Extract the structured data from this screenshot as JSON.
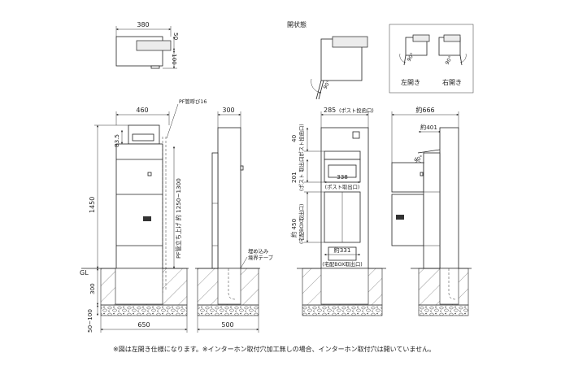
{
  "top_plan": {
    "width": "380",
    "h1": "50",
    "h2": "100"
  },
  "open_state": {
    "title": "開状態",
    "angle": "90°"
  },
  "hinge_box": {
    "left_label": "左開き",
    "right_label": "右開き",
    "angle_left": "90°",
    "angle_right": "90°"
  },
  "front_view": {
    "width_top": "460",
    "pf_label": "PF管呼び16",
    "height_total": "1450",
    "dim_83": "83.5",
    "pf_rise": "PF管立ち上げ 約 1250~1300",
    "base_width": "650",
    "gl": "GL",
    "depth_300": "300",
    "depth_50_100": "50~100"
  },
  "side_view": {
    "width_top": "300",
    "tape_label_1": "埋め込み",
    "tape_label_2": "境界テープ",
    "base_width": "500"
  },
  "inner_front": {
    "width_285": "285",
    "post_slot": "(ポスト投函口)",
    "dim_40": "40",
    "post_slot_v": "(ポスト投函口)",
    "dim_201": "201",
    "post_out_v": "(ポスト 取出口)",
    "dim_338": "338",
    "post_out": "(ポスト取出口)",
    "dim_450": "約 450",
    "box_out_v": "(宅配BOX取出口)",
    "dim_331": "約331",
    "box_out": "(宅配BOX取出口)"
  },
  "open_side": {
    "width_666": "約666",
    "width_401": "約401",
    "angle": "90°"
  },
  "footnote": "※図は左開き仕様になります。※インターホン取付穴加工無しの場合、インターホン取付穴は開いていません。"
}
